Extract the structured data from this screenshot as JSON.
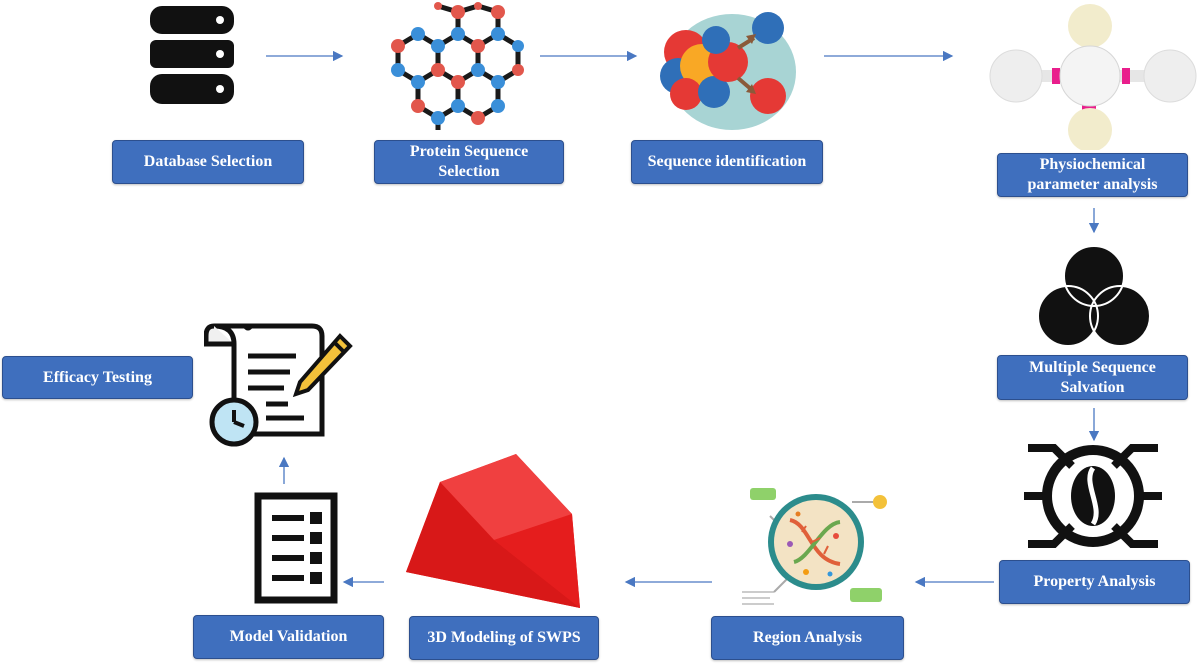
{
  "steps": {
    "database_selection": "Database Selection",
    "protein_sequence_selection": "Protein Sequence Selection",
    "sequence_identification": "Sequence identification",
    "physiochemical_parameter_analysis": "Physiochemical parameter analysis",
    "multiple_sequence_salvation": "Multiple Sequence Salvation",
    "property_analysis": "Property Analysis",
    "region_analysis": "Region Analysis",
    "modeling_3d": "3D Modeling of SWPS",
    "model_validation": "Model Validation",
    "efficacy_testing": "Efficacy Testing"
  },
  "colors": {
    "box_fill": "#3f6fbe",
    "box_text": "#ffffff",
    "arrow": "#4a78c2",
    "cube": "#e81f1f"
  },
  "icons": [
    "database-icon",
    "molecule-network-icon",
    "atoms-reaction-icon",
    "molecular-model-icon",
    "venn-diagram-icon",
    "coffee-bean-processor-icon",
    "cell-dna-icon",
    "red-cube-icon",
    "checklist-icon",
    "document-clock-icon"
  ]
}
